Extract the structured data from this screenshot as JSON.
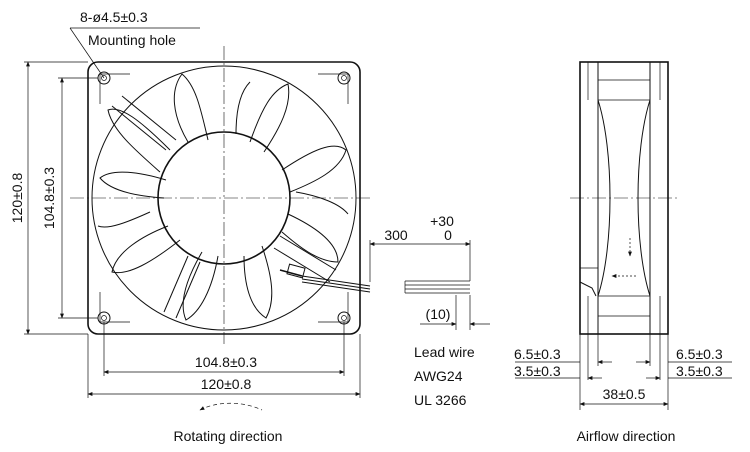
{
  "front_view": {
    "hole_dim": "8-ø4.5±0.3",
    "hole_label": "Mounting hole",
    "height_outer": "120±0.8",
    "height_inner": "104.8±0.3",
    "width_inner": "104.8±0.3",
    "width_outer": "120±0.8",
    "rotation_label": "Rotating direction"
  },
  "lead_wire": {
    "length": "300",
    "tolerance_upper": "+30",
    "tolerance_lower": "0",
    "strip_length": "(10)",
    "label_line1": "Lead wire",
    "label_line2": "AWG24",
    "label_line3": "UL 3266"
  },
  "side_view": {
    "flange_left_outer": "6.5±0.3",
    "flange_left_inner": "3.5±0.3",
    "flange_right_outer": "6.5±0.3",
    "flange_right_inner": "3.5±0.3",
    "depth": "38±0.5",
    "airflow_label": "Airflow direction"
  }
}
